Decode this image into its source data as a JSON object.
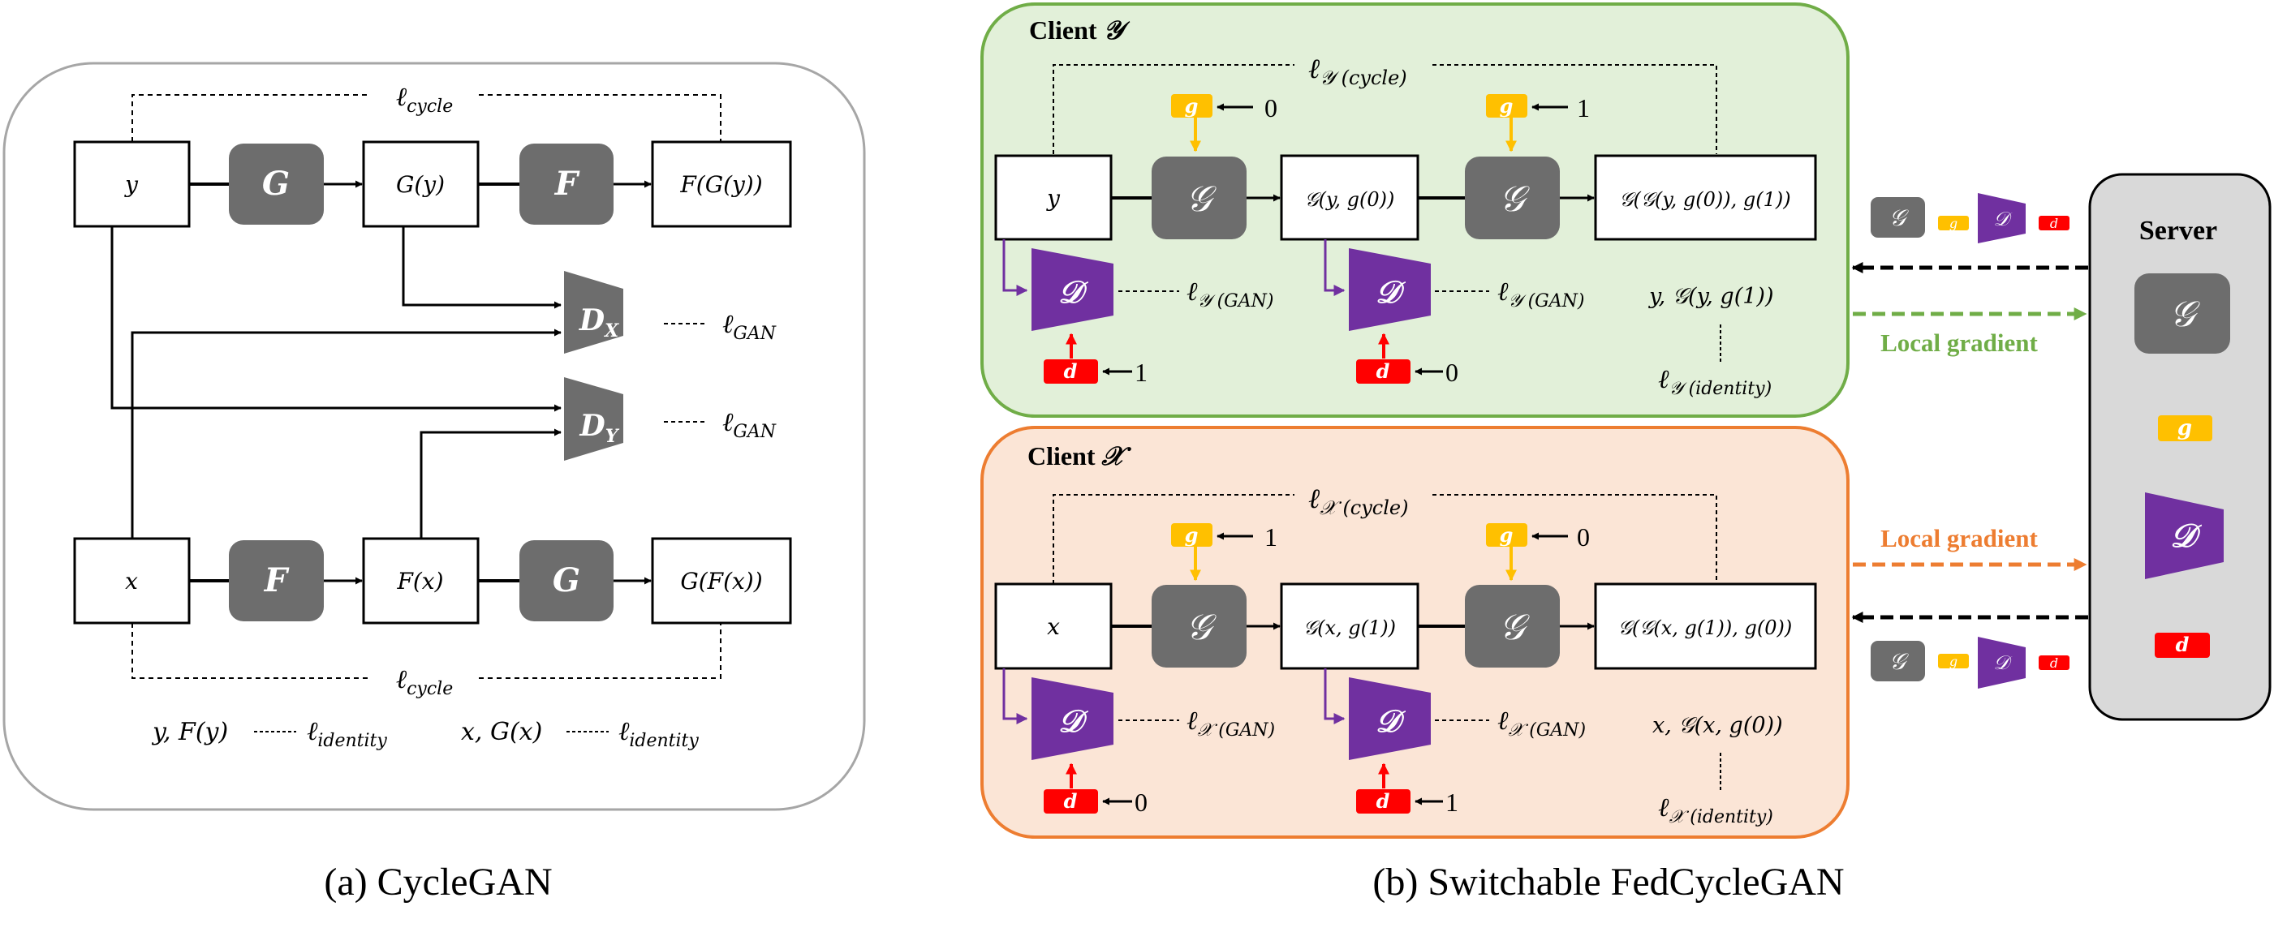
{
  "panel_a": {
    "caption": "(a) CycleGAN",
    "nodes": {
      "y": "y",
      "Gy": "G(y)",
      "FGy": "F(G(y))",
      "x": "x",
      "Fx": "F(x)",
      "GFx": "G(F(x))"
    },
    "ops": {
      "G": "G",
      "F": "F"
    },
    "discriminators": {
      "DX": "D",
      "DX_sub": "X",
      "DY": "D",
      "DY_sub": "Y"
    },
    "losses": {
      "cycle_symbol": "ℓ",
      "cycle_sub": "cycle",
      "gan_symbol": "ℓ",
      "gan_sub": "GAN",
      "identity_symbol": "ℓ",
      "identity_sub": "identity",
      "identity_y_pair": "y, F(y)",
      "identity_x_pair": "x, G(x)"
    }
  },
  "panel_b": {
    "caption": "(b) Switchable FedCycleGAN",
    "client_y": {
      "title_word": "Client",
      "title_symbol": "𝒴",
      "node_input": "y",
      "node_mid": "𝒢(y, g(0))",
      "node_out": "𝒢(𝒢(y, g(0)), g(1))",
      "gen_label": "𝒢",
      "disc_label": "𝒟",
      "g_label": "g",
      "d_label": "d",
      "g_arrow_1": "0",
      "g_arrow_2": "1",
      "d_arrow_1": "1",
      "d_arrow_2": "0",
      "loss_cycle_sym": "ℓ",
      "loss_cycle_sub": "𝒴 (cycle)",
      "loss_gan_sym": "ℓ",
      "loss_gan_sub": "𝒴 (GAN)",
      "identity_pair": "y, 𝒢(y, g(1))",
      "loss_identity_sym": "ℓ",
      "loss_identity_sub": "𝒴 (identity)"
    },
    "client_x": {
      "title_word": "Client",
      "title_symbol": "𝒳",
      "node_input": "x",
      "node_mid": "𝒢(x, g(1))",
      "node_out": "𝒢(𝒢(x, g(1)), g(0))",
      "gen_label": "𝒢",
      "disc_label": "𝒟",
      "g_label": "g",
      "d_label": "d",
      "g_arrow_1": "1",
      "g_arrow_2": "0",
      "d_arrow_1": "0",
      "d_arrow_2": "1",
      "loss_cycle_sym": "ℓ",
      "loss_cycle_sub": "𝒳 (cycle)",
      "loss_gan_sym": "ℓ",
      "loss_gan_sub": "𝒳 (GAN)",
      "identity_pair": "x, 𝒢(x, g(0))",
      "loss_identity_sym": "ℓ",
      "loss_identity_sub": "𝒳 (identity)"
    },
    "server": {
      "title": "Server",
      "gen_label": "𝒢",
      "disc_label": "𝒟",
      "g_label": "g",
      "d_label": "d"
    },
    "local_gradient_top": "Local gradient",
    "local_gradient_bottom": "Local gradient"
  },
  "colors": {
    "gen_box": "#6d6d6d",
    "discriminator": "#7030a0",
    "g_token": "#ffc000",
    "d_token": "#ff0000",
    "client_y_fill": "#e2f0d9",
    "client_y_border": "#70ad47",
    "client_x_fill": "#fbe5d6",
    "client_x_border": "#ed7d31",
    "server_fill": "#d9d9d9",
    "grad_green": "#70ad47",
    "grad_orange": "#ed7d31"
  }
}
